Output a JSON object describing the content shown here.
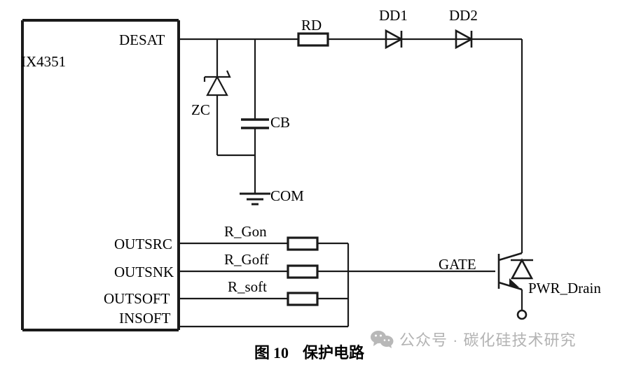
{
  "figure": {
    "caption_prefix": "图",
    "caption_number": "10",
    "caption_text": "保护电路"
  },
  "ic": {
    "name": "IX4351",
    "pins": {
      "desat": "DESAT",
      "outsrc": "OUTSRC",
      "outsnk": "OUTSNK",
      "outsoft": "OUTSOFT",
      "insoft": "INSOFT"
    }
  },
  "components": {
    "zener": "ZC",
    "capacitor": "CB",
    "ground": "COM",
    "resistor_desat": "RD",
    "diode_1": "DD1",
    "diode_2": "DD2",
    "resistor_gate_on": "R_Gon",
    "resistor_gate_off": "R_Goff",
    "resistor_soft": "R_soft"
  },
  "device": {
    "gate": "GATE",
    "drain": "PWR_Drain"
  },
  "watermark": {
    "icon": "wechat-icon",
    "text": "公众号 · 碳化硅技术研究",
    "color": "#b3b3b3"
  },
  "style": {
    "line_color": "#1a1a1a",
    "background": "#ffffff"
  }
}
